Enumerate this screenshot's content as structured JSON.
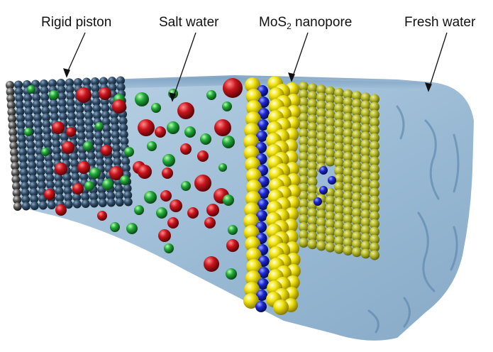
{
  "labels": {
    "rigid_piston": "Rigid piston",
    "salt_water": "Salt water",
    "nanopore_prefix": "MoS",
    "nanopore_subscript": "2",
    "nanopore_suffix": " nanopore",
    "fresh_water": "Fresh water"
  },
  "colors": {
    "water": "#9dbcd6",
    "piston_atom": "#2c3e50",
    "piston_edge_atom": "#3a3a3a",
    "sodium_ion": "#c0121a",
    "chloride_ion": "#1fa33a",
    "sulfur_atom": "#f2e20a",
    "molybdenum_atom": "#1a25c8",
    "leader_line": "#111111"
  },
  "icons": {
    "piston": "atom-lattice",
    "ions": "sphere",
    "membrane": "atom-lattice"
  }
}
